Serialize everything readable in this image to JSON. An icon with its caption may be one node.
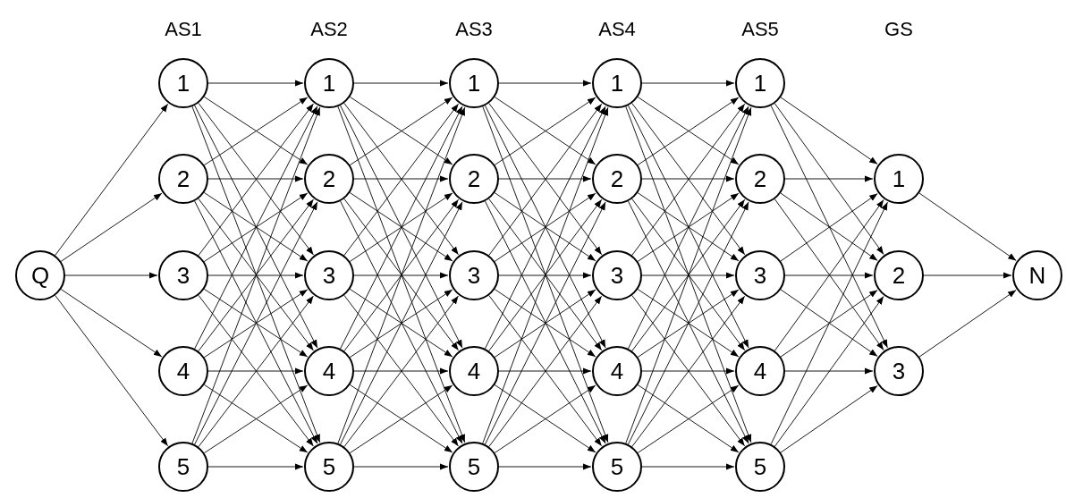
{
  "diagram": {
    "nodes": [
      {
        "text": [
          "Q"
        ]
      },
      {
        "text": [
          "1"
        ]
      },
      {
        "text": [
          "2"
        ]
      },
      {
        "text": [
          "3"
        ]
      },
      {
        "text": [
          "4"
        ]
      },
      {
        "text": [
          "5"
        ]
      },
      {
        "text": [
          "1"
        ]
      },
      {
        "text": [
          "2"
        ]
      },
      {
        "text": [
          "3"
        ]
      },
      {
        "text": [
          "4"
        ]
      },
      {
        "text": [
          "5"
        ]
      },
      {
        "text": [
          "1"
        ]
      },
      {
        "text": [
          "2"
        ]
      },
      {
        "text": [
          "3"
        ]
      },
      {
        "text": [
          "4"
        ]
      },
      {
        "text": [
          "5"
        ]
      },
      {
        "text": [
          "1"
        ]
      },
      {
        "text": [
          "2"
        ]
      },
      {
        "text": [
          "3"
        ]
      },
      {
        "text": [
          "4"
        ]
      },
      {
        "text": [
          "5"
        ]
      },
      {
        "text": [
          "1"
        ]
      },
      {
        "text": [
          "2"
        ]
      },
      {
        "text": [
          "3"
        ]
      },
      {
        "text": [
          "4"
        ]
      },
      {
        "text": [
          "5"
        ]
      },
      {
        "text": [
          "1"
        ]
      },
      {
        "text": [
          "2"
        ]
      },
      {
        "text": [
          "3"
        ]
      },
      {
        "text": [
          "N"
        ]
      }
    ],
    "edges": [
      {
        "from": 0,
        "to": 1,
        "arrow": "to"
      },
      {
        "from": 0,
        "to": 2,
        "arrow": "to"
      },
      {
        "from": 0,
        "to": 3,
        "arrow": "to"
      },
      {
        "from": 0,
        "to": 4,
        "arrow": "to"
      },
      {
        "from": 0,
        "to": 5,
        "arrow": "to"
      },
      {
        "from": 1,
        "to": 6,
        "arrow": "to"
      },
      {
        "from": 1,
        "to": 7,
        "arrow": "to"
      },
      {
        "from": 1,
        "to": 8,
        "arrow": "to"
      },
      {
        "from": 1,
        "to": 9,
        "arrow": "to"
      },
      {
        "from": 1,
        "to": 10,
        "arrow": "to"
      },
      {
        "from": 2,
        "to": 6,
        "arrow": "to"
      },
      {
        "from": 2,
        "to": 7,
        "arrow": "to"
      },
      {
        "from": 2,
        "to": 8,
        "arrow": "to"
      },
      {
        "from": 2,
        "to": 9,
        "arrow": "to"
      },
      {
        "from": 2,
        "to": 10,
        "arrow": "to"
      },
      {
        "from": 3,
        "to": 6,
        "arrow": "to"
      },
      {
        "from": 3,
        "to": 7,
        "arrow": "to"
      },
      {
        "from": 3,
        "to": 8,
        "arrow": "to"
      },
      {
        "from": 3,
        "to": 9,
        "arrow": "to"
      },
      {
        "from": 3,
        "to": 10,
        "arrow": "to"
      },
      {
        "from": 4,
        "to": 6,
        "arrow": "to"
      },
      {
        "from": 4,
        "to": 7,
        "arrow": "to"
      },
      {
        "from": 4,
        "to": 8,
        "arrow": "to"
      },
      {
        "from": 4,
        "to": 9,
        "arrow": "to"
      },
      {
        "from": 4,
        "to": 10,
        "arrow": "to"
      },
      {
        "from": 5,
        "to": 6,
        "arrow": "to"
      },
      {
        "from": 5,
        "to": 7,
        "arrow": "to"
      },
      {
        "from": 5,
        "to": 8,
        "arrow": "to"
      },
      {
        "from": 5,
        "to": 9,
        "arrow": "to"
      },
      {
        "from": 5,
        "to": 10,
        "arrow": "to"
      },
      {
        "from": 6,
        "to": 11,
        "arrow": "to"
      },
      {
        "from": 6,
        "to": 12,
        "arrow": "to"
      },
      {
        "from": 6,
        "to": 13,
        "arrow": "to"
      },
      {
        "from": 6,
        "to": 14,
        "arrow": "to"
      },
      {
        "from": 6,
        "to": 15,
        "arrow": "to"
      },
      {
        "from": 7,
        "to": 11,
        "arrow": "to"
      },
      {
        "from": 7,
        "to": 12,
        "arrow": "to"
      },
      {
        "from": 7,
        "to": 13,
        "arrow": "to"
      },
      {
        "from": 7,
        "to": 14,
        "arrow": "to"
      },
      {
        "from": 7,
        "to": 15,
        "arrow": "to"
      },
      {
        "from": 8,
        "to": 11,
        "arrow": "to"
      },
      {
        "from": 8,
        "to": 12,
        "arrow": "to"
      },
      {
        "from": 8,
        "to": 13,
        "arrow": "to"
      },
      {
        "from": 8,
        "to": 14,
        "arrow": "to"
      },
      {
        "from": 8,
        "to": 15,
        "arrow": "to"
      },
      {
        "from": 9,
        "to": 11,
        "arrow": "to"
      },
      {
        "from": 9,
        "to": 12,
        "arrow": "to"
      },
      {
        "from": 9,
        "to": 13,
        "arrow": "to"
      },
      {
        "from": 9,
        "to": 14,
        "arrow": "to"
      },
      {
        "from": 9,
        "to": 15,
        "arrow": "to"
      },
      {
        "from": 10,
        "to": 11,
        "arrow": "to"
      },
      {
        "from": 10,
        "to": 12,
        "arrow": "to"
      },
      {
        "from": 10,
        "to": 13,
        "arrow": "to"
      },
      {
        "from": 10,
        "to": 14,
        "arrow": "to"
      },
      {
        "from": 10,
        "to": 15,
        "arrow": "to"
      },
      {
        "from": 11,
        "to": 16,
        "arrow": "to"
      },
      {
        "from": 11,
        "to": 17,
        "arrow": "to"
      },
      {
        "from": 11,
        "to": 18,
        "arrow": "to"
      },
      {
        "from": 11,
        "to": 19,
        "arrow": "to"
      },
      {
        "from": 11,
        "to": 20,
        "arrow": "to"
      },
      {
        "from": 12,
        "to": 16,
        "arrow": "to"
      },
      {
        "from": 12,
        "to": 17,
        "arrow": "to"
      },
      {
        "from": 12,
        "to": 18,
        "arrow": "to"
      },
      {
        "from": 12,
        "to": 19,
        "arrow": "to"
      },
      {
        "from": 12,
        "to": 20,
        "arrow": "to"
      },
      {
        "from": 13,
        "to": 16,
        "arrow": "to"
      },
      {
        "from": 13,
        "to": 17,
        "arrow": "to"
      },
      {
        "from": 13,
        "to": 18,
        "arrow": "to"
      },
      {
        "from": 13,
        "to": 19,
        "arrow": "to"
      },
      {
        "from": 13,
        "to": 20,
        "arrow": "to"
      },
      {
        "from": 14,
        "to": 16,
        "arrow": "to"
      },
      {
        "from": 14,
        "to": 17,
        "arrow": "to"
      },
      {
        "from": 14,
        "to": 18,
        "arrow": "to"
      },
      {
        "from": 14,
        "to": 19,
        "arrow": "to"
      },
      {
        "from": 14,
        "to": 20,
        "arrow": "to"
      },
      {
        "from": 15,
        "to": 16,
        "arrow": "to"
      },
      {
        "from": 15,
        "to": 17,
        "arrow": "to"
      },
      {
        "from": 15,
        "to": 18,
        "arrow": "to"
      },
      {
        "from": 15,
        "to": 19,
        "arrow": "to"
      },
      {
        "from": 15,
        "to": 20,
        "arrow": "to"
      },
      {
        "from": 16,
        "to": 21,
        "arrow": "to"
      },
      {
        "from": 16,
        "to": 22,
        "arrow": "to"
      },
      {
        "from": 16,
        "to": 23,
        "arrow": "to"
      },
      {
        "from": 16,
        "to": 24,
        "arrow": "to"
      },
      {
        "from": 16,
        "to": 25,
        "arrow": "to"
      },
      {
        "from": 17,
        "to": 21,
        "arrow": "to"
      },
      {
        "from": 17,
        "to": 22,
        "arrow": "to"
      },
      {
        "from": 17,
        "to": 23,
        "arrow": "to"
      },
      {
        "from": 17,
        "to": 24,
        "arrow": "to"
      },
      {
        "from": 17,
        "to": 25,
        "arrow": "to"
      },
      {
        "from": 18,
        "to": 21,
        "arrow": "to"
      },
      {
        "from": 18,
        "to": 22,
        "arrow": "to"
      },
      {
        "from": 18,
        "to": 23,
        "arrow": "to"
      },
      {
        "from": 18,
        "to": 24,
        "arrow": "to"
      },
      {
        "from": 18,
        "to": 25,
        "arrow": "to"
      },
      {
        "from": 19,
        "to": 21,
        "arrow": "to"
      },
      {
        "from": 19,
        "to": 22,
        "arrow": "to"
      },
      {
        "from": 19,
        "to": 23,
        "arrow": "to"
      },
      {
        "from": 19,
        "to": 24,
        "arrow": "to"
      },
      {
        "from": 19,
        "to": 25,
        "arrow": "to"
      },
      {
        "from": 20,
        "to": 21,
        "arrow": "to"
      },
      {
        "from": 20,
        "to": 22,
        "arrow": "to"
      },
      {
        "from": 20,
        "to": 23,
        "arrow": "to"
      },
      {
        "from": 20,
        "to": 24,
        "arrow": "to"
      },
      {
        "from": 20,
        "to": 25,
        "arrow": "to"
      },
      {
        "from": 21,
        "to": 26,
        "arrow": "to"
      },
      {
        "from": 21,
        "to": 27,
        "arrow": "to"
      },
      {
        "from": 21,
        "to": 28,
        "arrow": "to"
      },
      {
        "from": 22,
        "to": 26,
        "arrow": "to"
      },
      {
        "from": 22,
        "to": 27,
        "arrow": "to"
      },
      {
        "from": 22,
        "to": 28,
        "arrow": "to"
      },
      {
        "from": 23,
        "to": 26,
        "arrow": "to"
      },
      {
        "from": 23,
        "to": 27,
        "arrow": "to"
      },
      {
        "from": 23,
        "to": 28,
        "arrow": "to"
      },
      {
        "from": 24,
        "to": 26,
        "arrow": "to"
      },
      {
        "from": 24,
        "to": 27,
        "arrow": "to"
      },
      {
        "from": 24,
        "to": 28,
        "arrow": "to"
      },
      {
        "from": 25,
        "to": 26,
        "arrow": "to"
      },
      {
        "from": 25,
        "to": 27,
        "arrow": "to"
      },
      {
        "from": 25,
        "to": 28,
        "arrow": "to"
      },
      {
        "from": 26,
        "to": 29,
        "arrow": "to"
      },
      {
        "from": 27,
        "to": 29,
        "arrow": "to"
      },
      {
        "from": 28,
        "to": 29,
        "arrow": "to"
      }
    ],
    "labels": [
      "AS1",
      "AS2",
      "AS3",
      "AS4",
      "AS5",
      "GS"
    ]
  }
}
